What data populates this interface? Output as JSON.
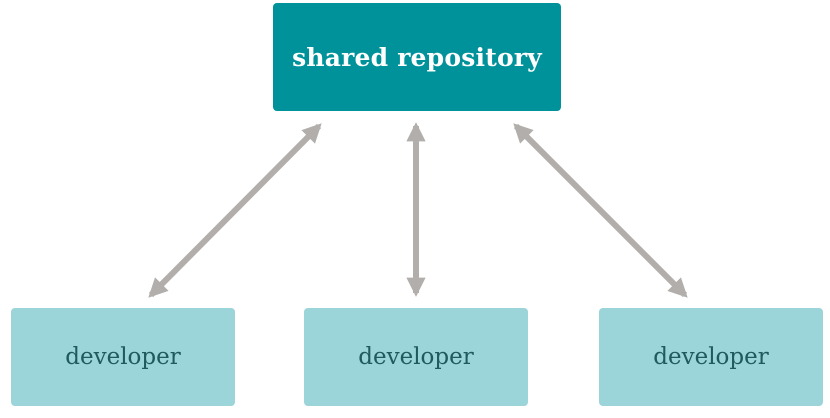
{
  "repository": {
    "label": "shared repository",
    "color": "#00929a"
  },
  "developers": [
    {
      "label": "developer"
    },
    {
      "label": "developer"
    },
    {
      "label": "developer"
    }
  ],
  "colors": {
    "developer_box": "#9bd4d9",
    "arrow": "#b2aeab"
  }
}
